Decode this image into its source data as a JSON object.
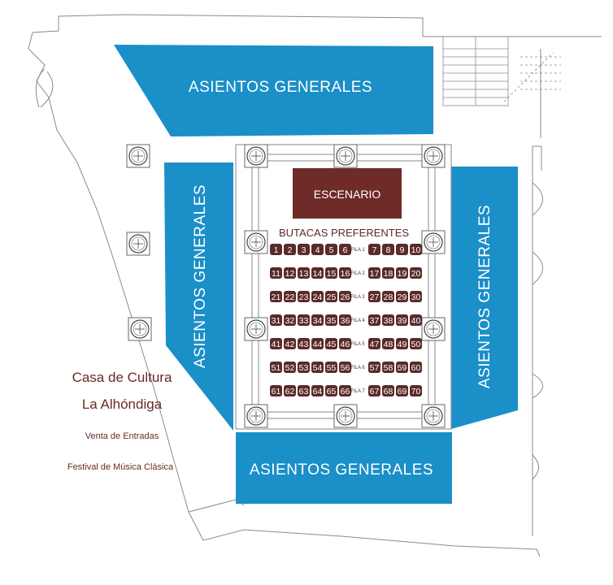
{
  "zones": {
    "top": "ASIENTOS GENERALES",
    "left": "ASIENTOS GENERALES",
    "right": "ASIENTOS GENERALES",
    "bottom": "ASIENTOS GENERALES"
  },
  "stage_label": "ESCENARIO",
  "preferred_label": "BUTACAS PREFERENTES",
  "rows": [
    {
      "label": "FILA 1",
      "seats": [
        1,
        2,
        3,
        4,
        5,
        6,
        7,
        8,
        9,
        10
      ]
    },
    {
      "label": "FILA 2",
      "seats": [
        11,
        12,
        13,
        14,
        15,
        16,
        17,
        18,
        19,
        20
      ]
    },
    {
      "label": "FILA 3",
      "seats": [
        21,
        22,
        23,
        24,
        25,
        26,
        27,
        28,
        29,
        30
      ]
    },
    {
      "label": "FILA 4",
      "seats": [
        31,
        32,
        33,
        34,
        35,
        36,
        37,
        38,
        39,
        40
      ]
    },
    {
      "label": "FILA 5",
      "seats": [
        41,
        42,
        43,
        44,
        45,
        46,
        47,
        48,
        49,
        50
      ]
    },
    {
      "label": "FILA 6",
      "seats": [
        51,
        52,
        53,
        54,
        55,
        56,
        57,
        58,
        59,
        60
      ]
    },
    {
      "label": "FILA 7",
      "seats": [
        61,
        62,
        63,
        64,
        65,
        66,
        67,
        68,
        69,
        70
      ]
    }
  ],
  "venue": {
    "name_line1": "Casa de Cultura",
    "name_line2": "La Alhóndiga",
    "line3": "Venta de Entradas",
    "line4": "Festival de Música Clásica"
  },
  "colors": {
    "zone_blue": "#1a8fc8",
    "stage_brown": "#6e2b28",
    "seat_brown": "#5a2b28",
    "wall_gray": "#888888"
  }
}
